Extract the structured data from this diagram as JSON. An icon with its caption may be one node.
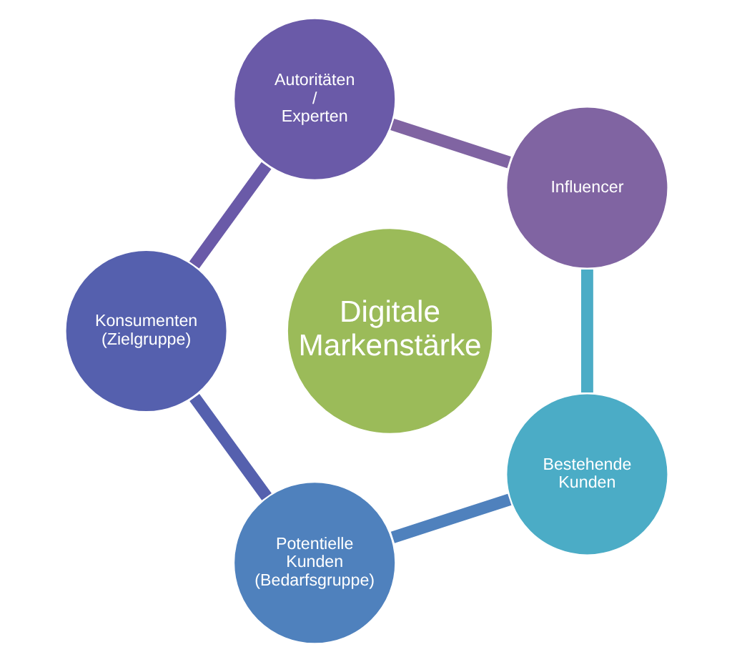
{
  "diagram": {
    "nodes": [
      {
        "text": [
          "Digitale Markenstärke"
        ]
      },
      {
        "text": [
          "Influencer"
        ]
      },
      {
        "text": [
          "Autoritäten / Experten"
        ]
      },
      {
        "text": [
          "Konsumenten (Zielgruppe)"
        ]
      },
      {
        "text": [
          "Potentielle Kunden (Bedarfsgruppe)"
        ]
      },
      {
        "text": [
          "Bestehende Kunden"
        ]
      }
    ],
    "edges": [
      {
        "from": 1,
        "to": 2,
        "arrow": "none",
        "color": "#8064a2"
      },
      {
        "from": 2,
        "to": 3,
        "arrow": "none",
        "color": "#6a5aa8"
      },
      {
        "from": 3,
        "to": 4,
        "arrow": "none",
        "color": "#5560ae"
      },
      {
        "from": 4,
        "to": 5,
        "arrow": "none",
        "color": "#4f81bd"
      },
      {
        "from": 5,
        "to": 1,
        "arrow": "none",
        "color": "#4bacc6"
      }
    ]
  }
}
